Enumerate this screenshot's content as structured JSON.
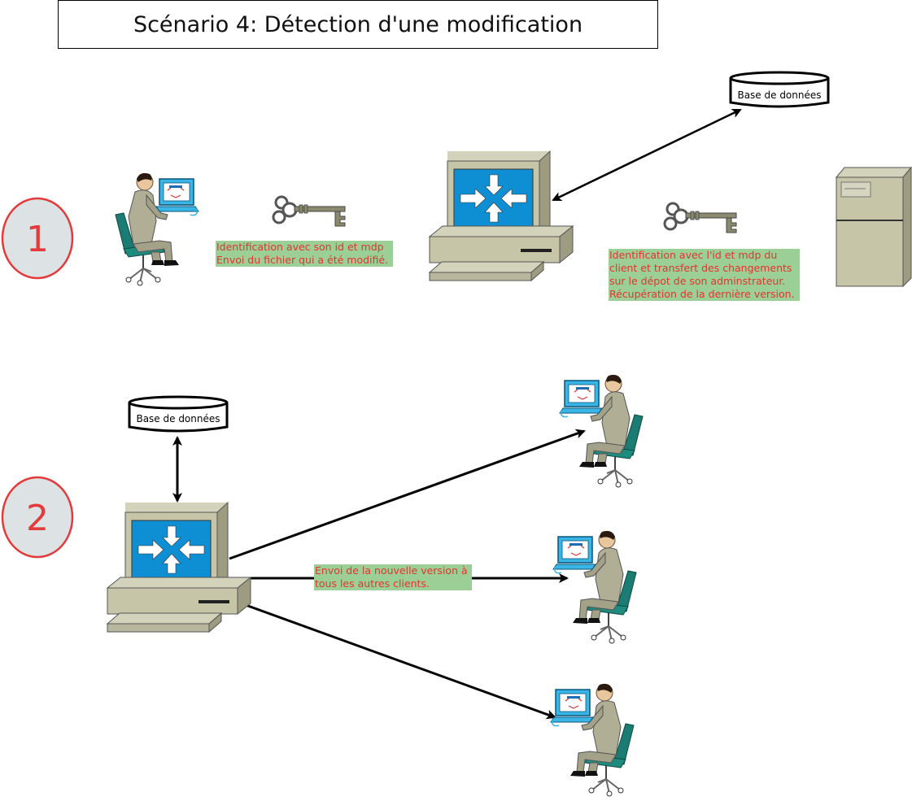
{
  "title": "Scénario 4: Détection d'une modification",
  "steps": {
    "step1": "1",
    "step2": "2"
  },
  "database_label": "Base de données",
  "notes": {
    "client_auth": "Identification avec son id et mdp\nEnvoi du fichier qui a été modifié.",
    "server_sync": "Identification avec l'id et mdp du\nclient et transfert des changements\nsur le dépot de son adminstrateur.\nRécupération de la dernière version.",
    "broadcast": "Envoi de la nouvelle version à\ntous les autres clients."
  },
  "colors": {
    "step_circle_fill": "#dde3e4",
    "step_circle_stroke": "#e33b3b",
    "note_bg": "#9ccf96",
    "note_text": "#e3342f",
    "screen_blue": "#0f8fd3",
    "device_beige": "#c7c5a8",
    "person_suit": "#b0ae94",
    "chair_teal": "#1a7c72"
  },
  "icons": [
    "user-workstation-icon",
    "server-switch-icon",
    "key-icon",
    "database-icon",
    "tower-server-icon"
  ]
}
